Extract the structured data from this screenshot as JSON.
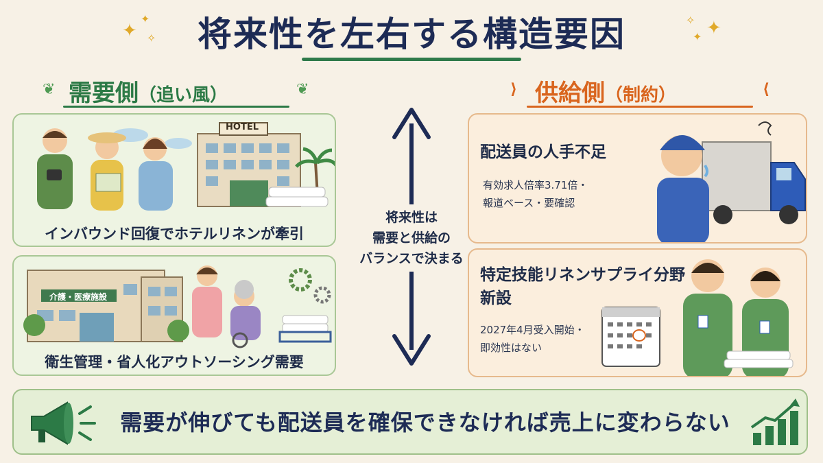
{
  "title": "将来性を左右する構造要因",
  "demand": {
    "heading": "需要側",
    "heading_paren": "（追い風）",
    "cards": [
      {
        "caption": "インバウンド回復でホテルリネンが牽引",
        "sign": "HOTEL"
      },
      {
        "caption": "衛生管理・省人化アウトソーシング需要",
        "sign": "介護・医療施設"
      }
    ]
  },
  "supply": {
    "heading": "供給側",
    "heading_paren": "（制約）",
    "cards": [
      {
        "title": "配送員の人手不足",
        "note_lines": [
          "有効求人倍率3.71倍・",
          "報道ベース・要確認"
        ]
      },
      {
        "title_lines": [
          "特定技能リネンサプライ分野",
          "新設"
        ],
        "note_lines": [
          "2027年4月受入開始・",
          "即効性はない"
        ]
      }
    ]
  },
  "center": {
    "lines": [
      "将来性は",
      "需要と供給の",
      "バランスで決まる"
    ]
  },
  "banner": {
    "text": "需要が伸びても配送員を確保できなければ売上に変わらない"
  },
  "colors": {
    "navy": "#1d2b55",
    "green": "#2c7a46",
    "orange": "#d9651e",
    "sparkle": "#e0a92a"
  }
}
